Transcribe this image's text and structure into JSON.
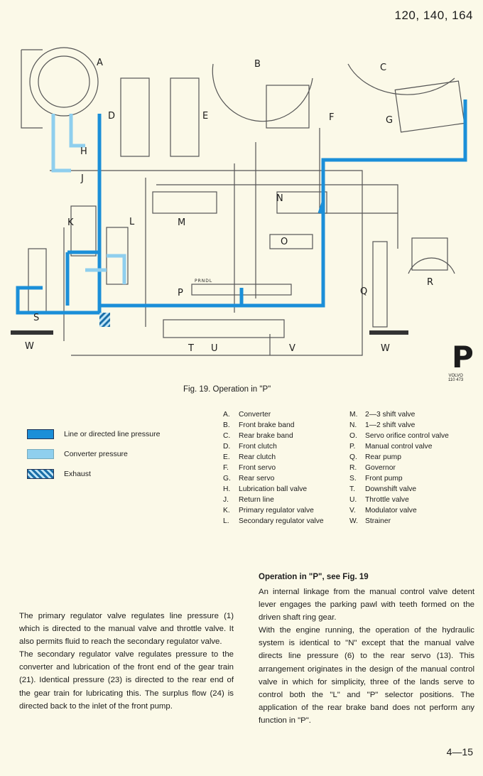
{
  "header": {
    "models": "120, 140, 164"
  },
  "diagram": {
    "labels": [
      "A",
      "B",
      "C",
      "D",
      "E",
      "F",
      "G",
      "H",
      "J",
      "K",
      "L",
      "M",
      "N",
      "O",
      "P",
      "Q",
      "R",
      "S",
      "T",
      "U",
      "V",
      "W",
      "W"
    ],
    "selector_marks": "PRNDL",
    "gear_mark": "P",
    "logo": "VOLVO",
    "ref_number": "110 473",
    "colors": {
      "line_pressure": "#1b8fd8",
      "converter_pressure": "#8fcfee",
      "exhaust": "#1b6fa8",
      "lines": "#555555"
    }
  },
  "figure": {
    "caption": "Fig. 19.   Operation in \"P\""
  },
  "legend": [
    {
      "label": "Line or directed line pressure",
      "type": "solid-dark"
    },
    {
      "label": "Converter pressure",
      "type": "solid-light"
    },
    {
      "label": "Exhaust",
      "type": "hatched"
    }
  ],
  "key_left": [
    {
      "letter": "A.",
      "name": "Converter"
    },
    {
      "letter": "B.",
      "name": "Front brake band"
    },
    {
      "letter": "C.",
      "name": "Rear brake band"
    },
    {
      "letter": "D.",
      "name": "Front clutch"
    },
    {
      "letter": "E.",
      "name": "Rear clutch"
    },
    {
      "letter": "F.",
      "name": "Front servo"
    },
    {
      "letter": "G.",
      "name": "Rear servo"
    },
    {
      "letter": "H.",
      "name": "Lubrication ball valve"
    },
    {
      "letter": "J.",
      "name": "Return line"
    },
    {
      "letter": "K.",
      "name": "Primary regulator valve"
    },
    {
      "letter": "L.",
      "name": "Secondary regulator valve"
    }
  ],
  "key_right": [
    {
      "letter": "M.",
      "name": "2—3 shift valve"
    },
    {
      "letter": "N.",
      "name": "1—2 shift valve"
    },
    {
      "letter": "O.",
      "name": "Servo orifice control valve"
    },
    {
      "letter": "P.",
      "name": "Manual control valve"
    },
    {
      "letter": "Q.",
      "name": "Rear pump"
    },
    {
      "letter": "R.",
      "name": "Governor"
    },
    {
      "letter": "S.",
      "name": "Front pump"
    },
    {
      "letter": "T.",
      "name": "Downshift valve"
    },
    {
      "letter": "U.",
      "name": "Throttle valve"
    },
    {
      "letter": "V.",
      "name": "Modulator valve"
    },
    {
      "letter": "W.",
      "name": "Strainer"
    }
  ],
  "left_text": [
    "The primary regulator valve regulates line pressure (1) which is directed to the manual valve and throttle valve. It also permits fluid to reach the secondary regulator valve.",
    "The secondary regulator valve regulates pressure to the converter and lubrication of the front end of the gear train (21). Identical pressure (23) is directed to the rear end of the gear train for lubricating this. The surplus flow (24) is directed back to the inlet of the front pump."
  ],
  "right_text": {
    "title": "Operation in \"P\", see Fig. 19",
    "paragraphs": [
      "An internal linkage from the manual control valve detent lever engages the parking pawl with teeth formed on the driven shaft ring gear.",
      "With the engine running, the operation of the hydraulic system is identical to \"N\" except that the manual valve directs line pressure (6) to the rear servo (13). This arrangement originates in the design of the manual control valve in which for simplicity, three of the lands serve to control both the \"L\" and \"P\" selector positions. The application of the rear brake band does not perform any function in \"P\"."
    ]
  },
  "footer": {
    "page": "4—15"
  }
}
